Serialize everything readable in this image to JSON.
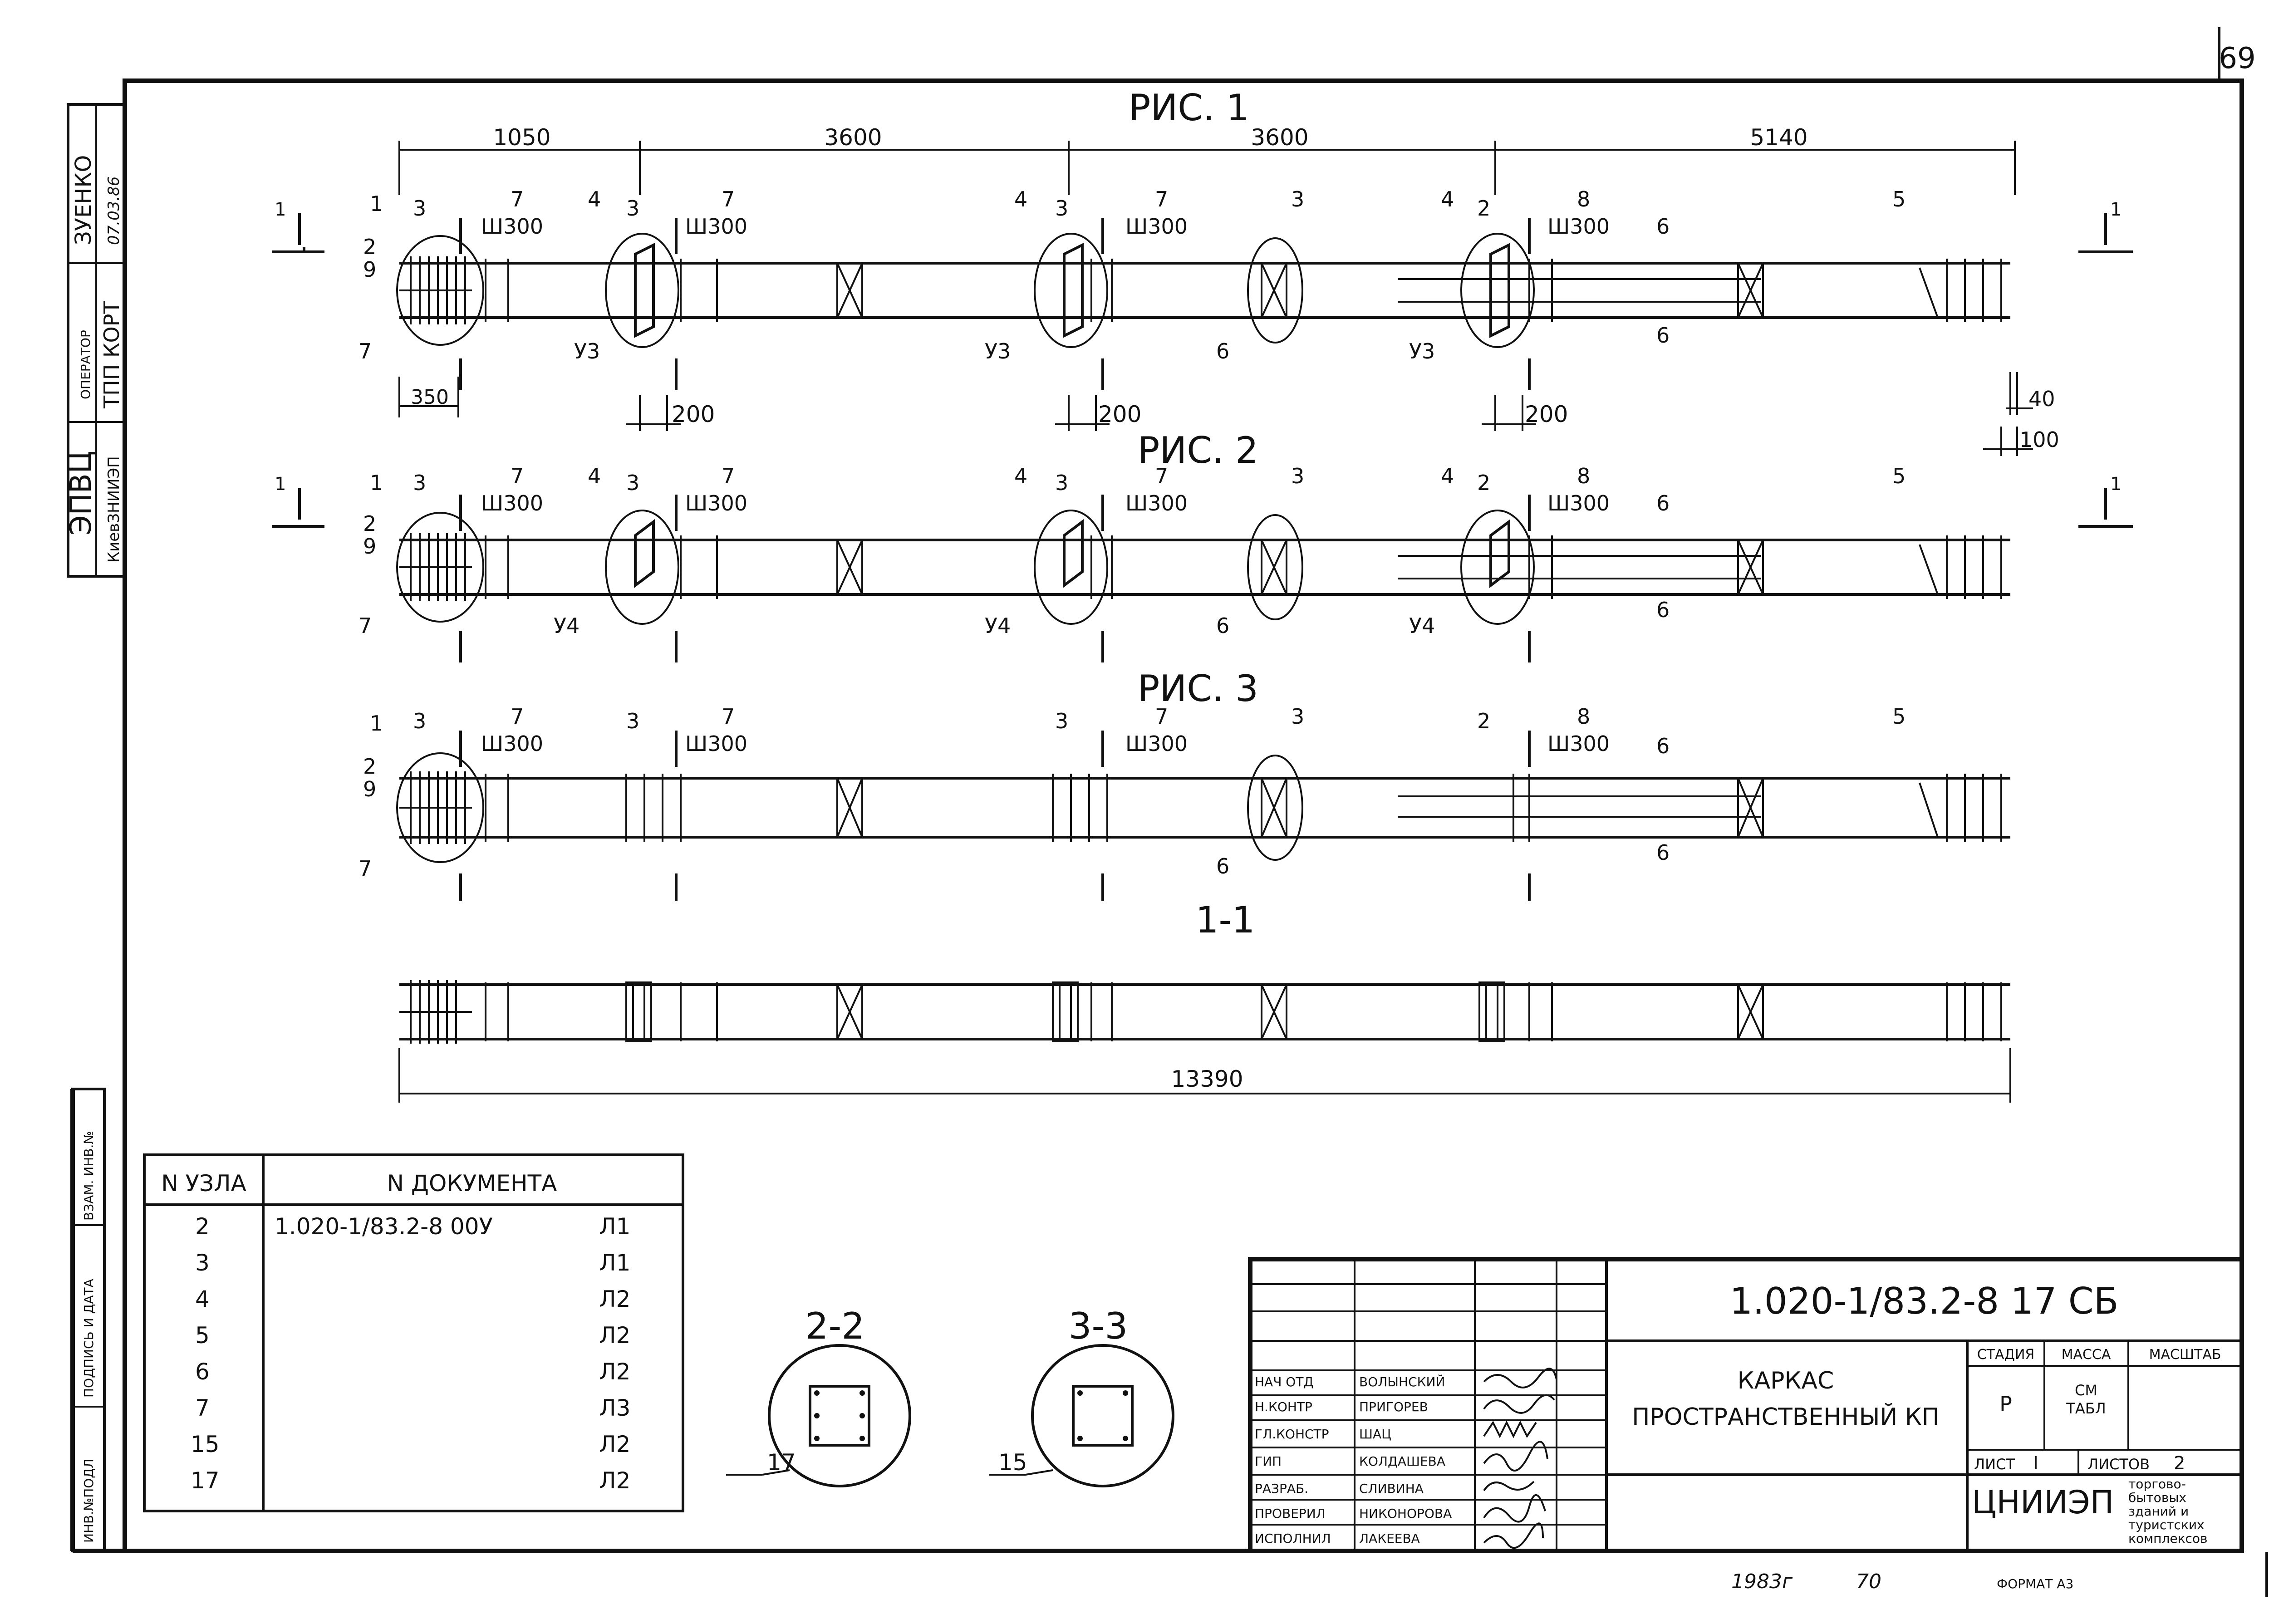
{
  "page_number": "69",
  "side_stamp": {
    "org1": "ЭПВЦ",
    "org2": "КиевЗНИИЭП",
    "operator_label": "ОПЕРАТОР",
    "operator": "ТПП КОРТ",
    "name": "ЗУЕНКО",
    "date": "07.03.86"
  },
  "side_columns": [
    "ИНВ.№ПОДЛ",
    "ПОДПИСЬ И ДАТА",
    "ВЗАМ. ИНВ.№"
  ],
  "figures": {
    "fig1_title": "РИС. 1",
    "fig2_title": "РИС. 2",
    "fig3_title": "РИС. 3",
    "section_title": "1-1"
  },
  "dimensions": {
    "spans": [
      "1050",
      "3600",
      "3600",
      "5140"
    ],
    "d350": "350",
    "d200": "200",
    "d40": "40",
    "d100": "100",
    "total": "13390"
  },
  "callouts": {
    "pos": [
      "1",
      "2",
      "9",
      "3",
      "4",
      "5",
      "6",
      "7",
      "8"
    ],
    "spacing": "Ш300",
    "node_u3": "У3",
    "node_u4": "У4",
    "cut1": "1",
    "cut2": "2",
    "cut3": "3"
  },
  "sections": {
    "s22_title": "2-2",
    "s22_pos": "17",
    "s33_title": "3-3",
    "s33_pos": "15"
  },
  "node_table": {
    "headers": [
      "N УЗЛА",
      "N ДОКУМЕНТА"
    ],
    "rows": [
      {
        "node": "2",
        "doc": "1.020-1/83.2-8 00У",
        "sheet": "Л1"
      },
      {
        "node": "3",
        "doc": "",
        "sheet": "Л1"
      },
      {
        "node": "4",
        "doc": "",
        "sheet": "Л2"
      },
      {
        "node": "5",
        "doc": "",
        "sheet": "Л2"
      },
      {
        "node": "6",
        "doc": "",
        "sheet": "Л2"
      },
      {
        "node": "7",
        "doc": "",
        "sheet": "Л3"
      },
      {
        "node": "15",
        "doc": "",
        "sheet": "Л2"
      },
      {
        "node": "17",
        "doc": "",
        "sheet": "Л2"
      }
    ]
  },
  "title_block": {
    "code": "1.020-1/83.2-8 17 СБ",
    "title_line1": "КАРКАС",
    "title_line2": "ПРОСТРАНСТВЕННЫЙ КП",
    "stage_label": "СТАДИЯ",
    "mass_label": "МАССА",
    "scale_label": "МАСШТАБ",
    "stage": "Р",
    "mass_line1": "СМ",
    "mass_line2": "ТАБЛ",
    "sheet_label": "ЛИСТ",
    "sheet": "I",
    "sheets_label": "ЛИСТОВ",
    "sheets": "2",
    "org": "ЦНИИЭП",
    "org_sub1": "торгово-",
    "org_sub2": "бытовых",
    "org_sub3": "зданий и",
    "org_sub4": "туристских",
    "org_sub5": "комплексов",
    "roles": [
      {
        "role": "НАЧ ОТД",
        "name": "ВОЛЫНСКИЙ"
      },
      {
        "role": "Н.КОНТР",
        "name": "ПРИГОРЕВ"
      },
      {
        "role": "ГЛ.КОНСТР",
        "name": "ШАЦ"
      },
      {
        "role": "ГИП",
        "name": "КОЛДАШЕВА"
      },
      {
        "role": "РАЗРАБ.",
        "name": "СЛИВИНА"
      },
      {
        "role": "ПРОВЕРИЛ",
        "name": "НИКОНОРОВА"
      },
      {
        "role": "ИСПОЛНИЛ",
        "name": "ЛАКЕЕВА"
      }
    ]
  },
  "footer": {
    "year": "1983г",
    "code": "70",
    "format": "ФОРМАТ А3"
  }
}
